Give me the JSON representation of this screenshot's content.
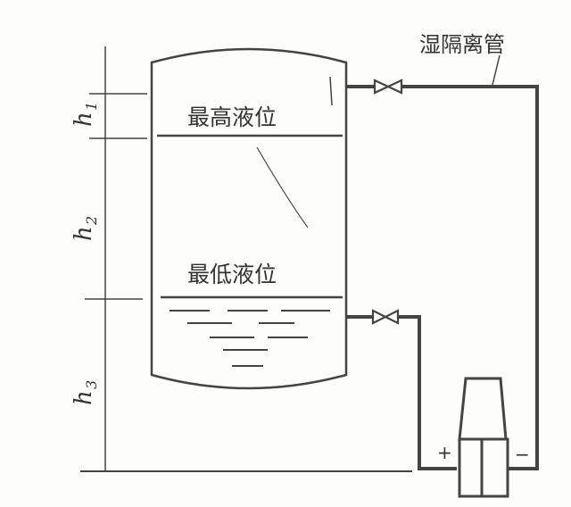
{
  "labels": {
    "wet_isolation_pipe": "湿隔离管",
    "max_level": "最高液位",
    "min_level": "最低液位",
    "h1": "h",
    "h1_sub": "1",
    "h2": "h",
    "h2_sub": "2",
    "h3": "h",
    "h3_sub": "3",
    "plus": "+",
    "minus": "−"
  },
  "colors": {
    "line": "#4a4a4a",
    "background": "#fdfdfb"
  }
}
